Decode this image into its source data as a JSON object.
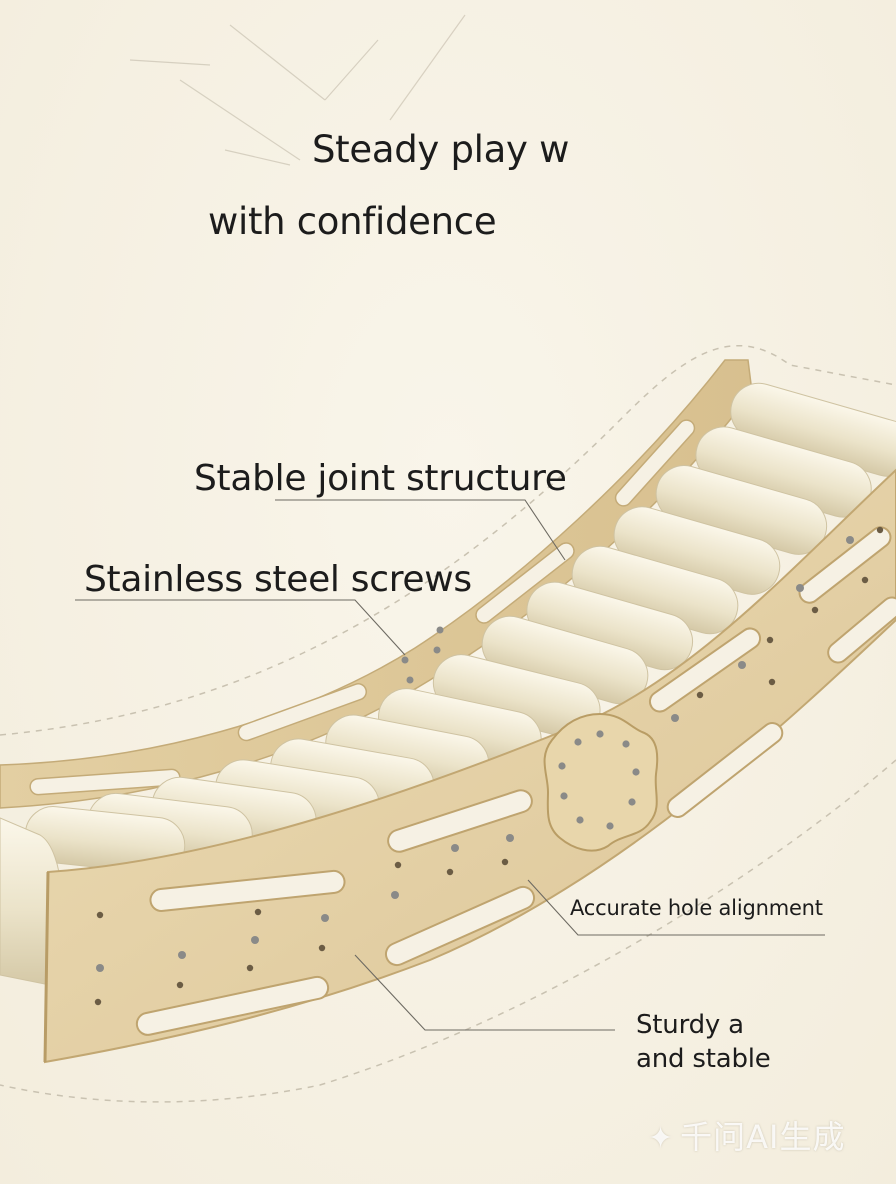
{
  "headline": {
    "line1": "Steady play w",
    "line2": "with confidence"
  },
  "callouts": {
    "joint": "Stable joint structure",
    "screws": "Stainless steel screws",
    "holes": "Accurate hole alignment",
    "sturdy_line1": "Sturdy a",
    "sturdy_line2": "and stable"
  },
  "watermark": {
    "text": "千问AI生成"
  },
  "colors": {
    "background": "#f6f1e4",
    "wood": "#e6d3a8",
    "wood_edge": "#c9b07e",
    "roller": "#ede5cd",
    "text": "#1c1c1c"
  }
}
